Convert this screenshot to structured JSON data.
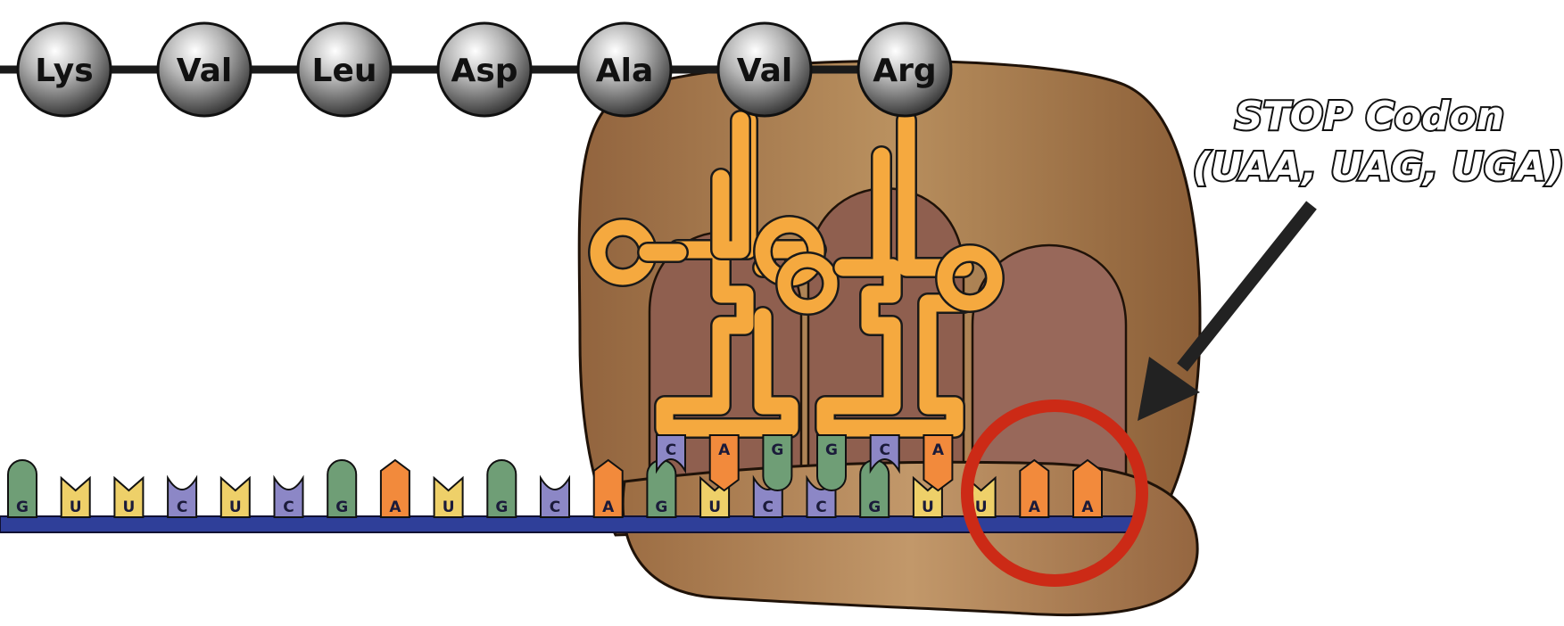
{
  "colors": {
    "A": "#f28a3c",
    "U": "#eed069",
    "C": "#8c87c6",
    "G": "#6f9e76",
    "mrna_backbone": "#2f3f99",
    "ribosome_large": "#a97a4e",
    "ribosome_small": "#b0844f",
    "ribosome_site": "#8f5f4f",
    "trna": "#f5a93f",
    "amino_acid": "#8f8f8f",
    "stop_circle": "#cc2a16",
    "arrow": "#222222"
  },
  "peptide_chain": [
    "Lys",
    "Val",
    "Leu",
    "Asp",
    "Ala",
    "Val",
    "Arg"
  ],
  "mrna_codons": [
    "G",
    "U",
    "U",
    "C",
    "U",
    "C",
    "G",
    "A",
    "U",
    "G",
    "C",
    "A",
    "G",
    "U",
    "C",
    "C",
    "G",
    "U",
    "U",
    "A",
    "A"
  ],
  "trnas": [
    {
      "anticodon": [
        "C",
        "A",
        "G"
      ]
    },
    {
      "anticodon": [
        "G",
        "C",
        "A"
      ]
    }
  ],
  "callout": {
    "line1": "STOP Codon",
    "line2": "(UAA, UAG, UGA)"
  }
}
